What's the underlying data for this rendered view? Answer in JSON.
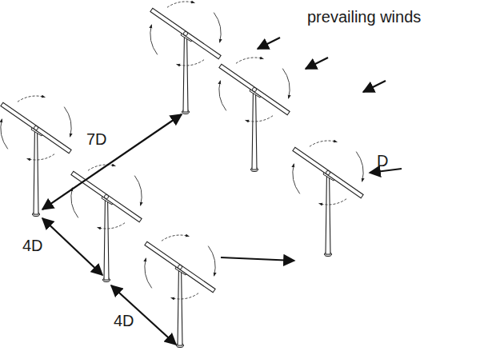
{
  "diagram": {
    "labels": [
      "prevailing winds",
      "7D",
      "4D",
      "4D",
      "D"
    ]
  }
}
